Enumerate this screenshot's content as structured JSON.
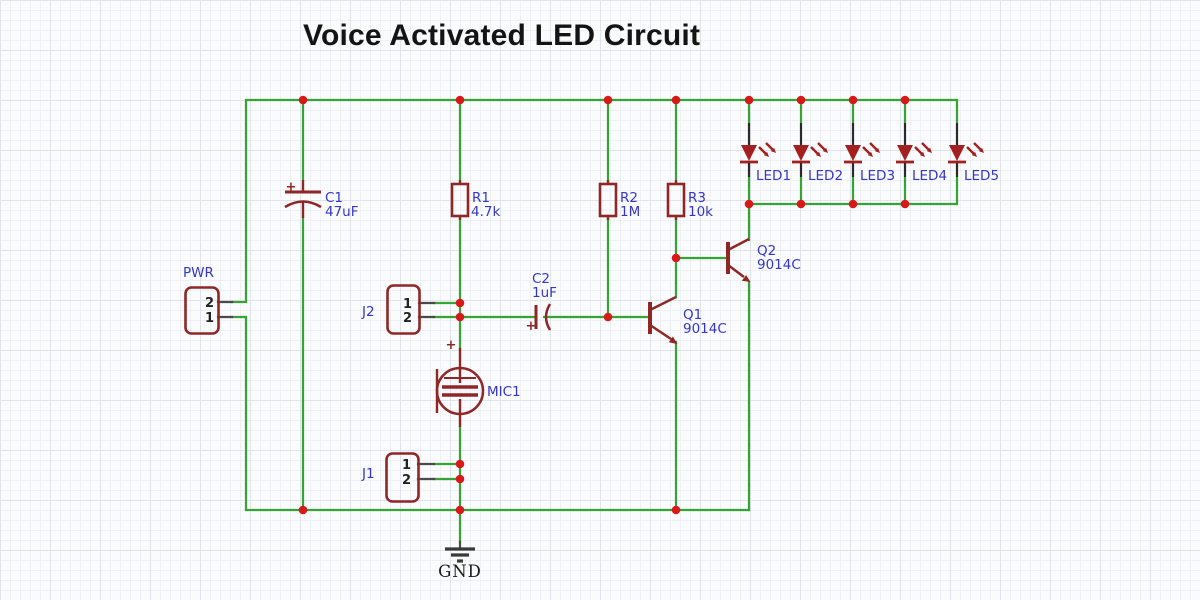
{
  "title": "Voice Activated LED Circuit",
  "colors": {
    "wire_green": "#35a435",
    "junction_red": "#d61a1a",
    "component_dark_red": "#8f2727",
    "led_red": "#a32020",
    "label_blue": "#3636c8",
    "lead_dark": "#4a4a4a",
    "pin_text": "#222222",
    "title_text": "#141414",
    "background": "#fafbfc"
  },
  "power_connector": {
    "label": "PWR",
    "pin_top": "2",
    "pin_bottom": "1"
  },
  "capacitors": {
    "c1": {
      "ref": "C1",
      "value": "47uF"
    },
    "c2": {
      "ref": "C2",
      "value": "1uF"
    }
  },
  "resistors": {
    "r1": {
      "ref": "R1",
      "value": "4.7k"
    },
    "r2": {
      "ref": "R2",
      "value": "1M"
    },
    "r3": {
      "ref": "R3",
      "value": "10k"
    }
  },
  "transistors": {
    "q1": {
      "ref": "Q1",
      "value": "9014C"
    },
    "q2": {
      "ref": "Q2",
      "value": "9014C"
    }
  },
  "connectors": {
    "j1": {
      "ref": "J1",
      "pin_top": "1",
      "pin_bottom": "2"
    },
    "j2": {
      "ref": "J2",
      "pin_top": "1",
      "pin_bottom": "2"
    }
  },
  "microphone": {
    "ref": "MIC1"
  },
  "leds": [
    "LED1",
    "LED2",
    "LED3",
    "LED4",
    "LED5"
  ],
  "ground": {
    "label": "GND"
  },
  "polarity_mark": "+"
}
